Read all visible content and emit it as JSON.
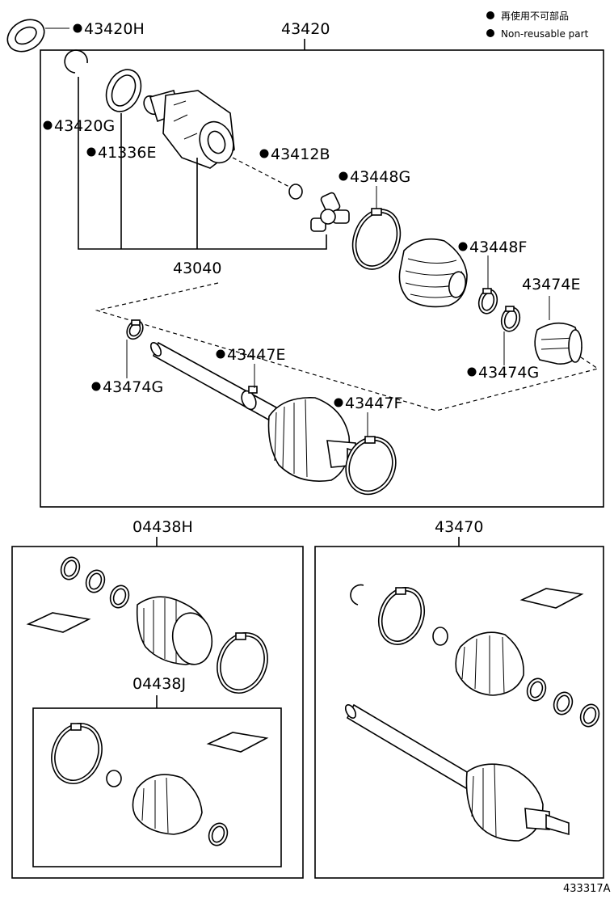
{
  "legend": {
    "line_ja": "再使用不可部品",
    "line_en": "Non-reusable part"
  },
  "labels": {
    "p43420H": "43420H",
    "p43420": "43420",
    "p43420G": "43420G",
    "p41336E": "41336E",
    "p43412B": "43412B",
    "p43448G": "43448G",
    "p43448F": "43448F",
    "p43040": "43040",
    "p43474E": "43474E",
    "p43447E": "43447E",
    "p43474G_left": "43474G",
    "p43474G_right": "43474G",
    "p43447F": "43447F",
    "p04438H": "04438H",
    "p04438J": "04438J",
    "p43470": "43470"
  },
  "ref_code": "433317A"
}
